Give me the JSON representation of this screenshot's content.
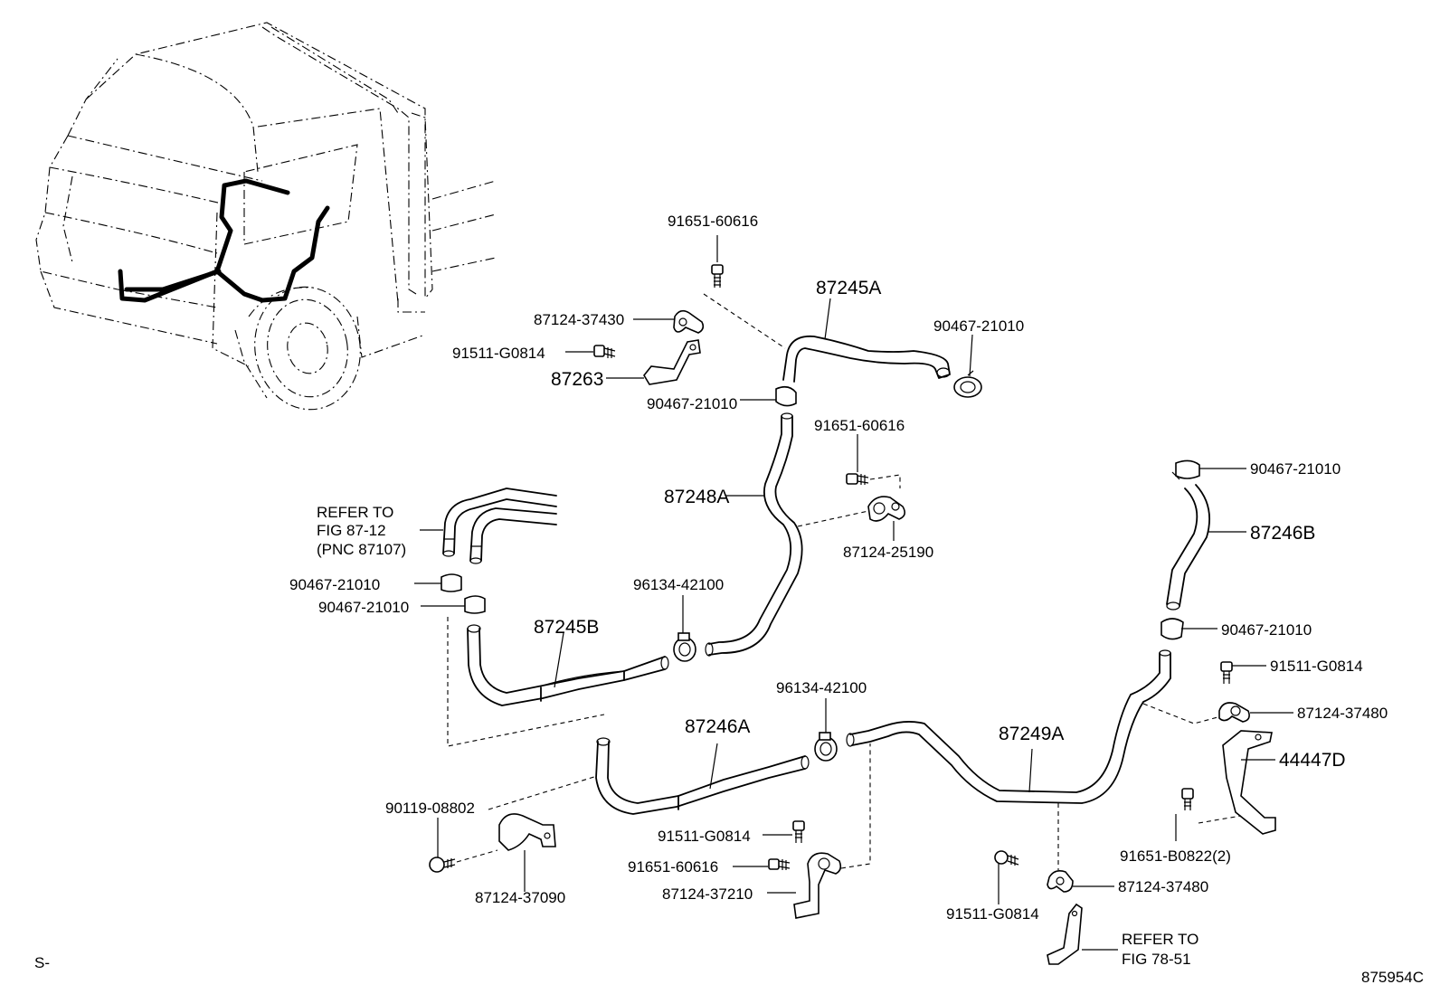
{
  "labels": {
    "p91651_60616_top": "91651-60616",
    "p87124_37430": "87124-37430",
    "p87245A": "87245A",
    "p90467_21010_a": "90467-21010",
    "p91511_G0814_top": "91511-G0814",
    "p87263": "87263",
    "p90467_21010_b": "90467-21010",
    "p91651_60616_mid": "91651-60616",
    "p87248A": "87248A",
    "p87124_25190": "87124-25190",
    "refer_87_line1": "REFER TO",
    "refer_87_line2": "FIG 87-12",
    "refer_87_line3": "(PNC 87107)",
    "p90467_21010_c": "90467-21010",
    "p90467_21010_d": "90467-21010",
    "p96134_42100_a": "96134-42100",
    "p87245B": "87245B",
    "p90467_21010_e": "90467-21010",
    "p87246B": "87246B",
    "p90467_21010_f": "90467-21010",
    "p91511_G0814_right": "91511-G0814",
    "p87124_37480_a": "87124-37480",
    "p44447D": "44447D",
    "p96134_42100_b": "96134-42100",
    "p87246A": "87246A",
    "p87249A": "87249A",
    "p90119_08802": "90119-08802",
    "p87124_37090": "87124-37090",
    "p91511_G0814_bottom": "91511-G0814",
    "p91651_60616_bottom": "91651-60616",
    "p87124_37210": "87124-37210",
    "p91651_B0822": "91651-B0822(2)",
    "p87124_37480_b": "87124-37480",
    "p91511_G0814_low": "91511-G0814",
    "refer_78_line1": "REFER TO",
    "refer_78_line2": "FIG 78-51"
  },
  "footer": {
    "corner_left": "S-",
    "figure_code": "875954C"
  }
}
